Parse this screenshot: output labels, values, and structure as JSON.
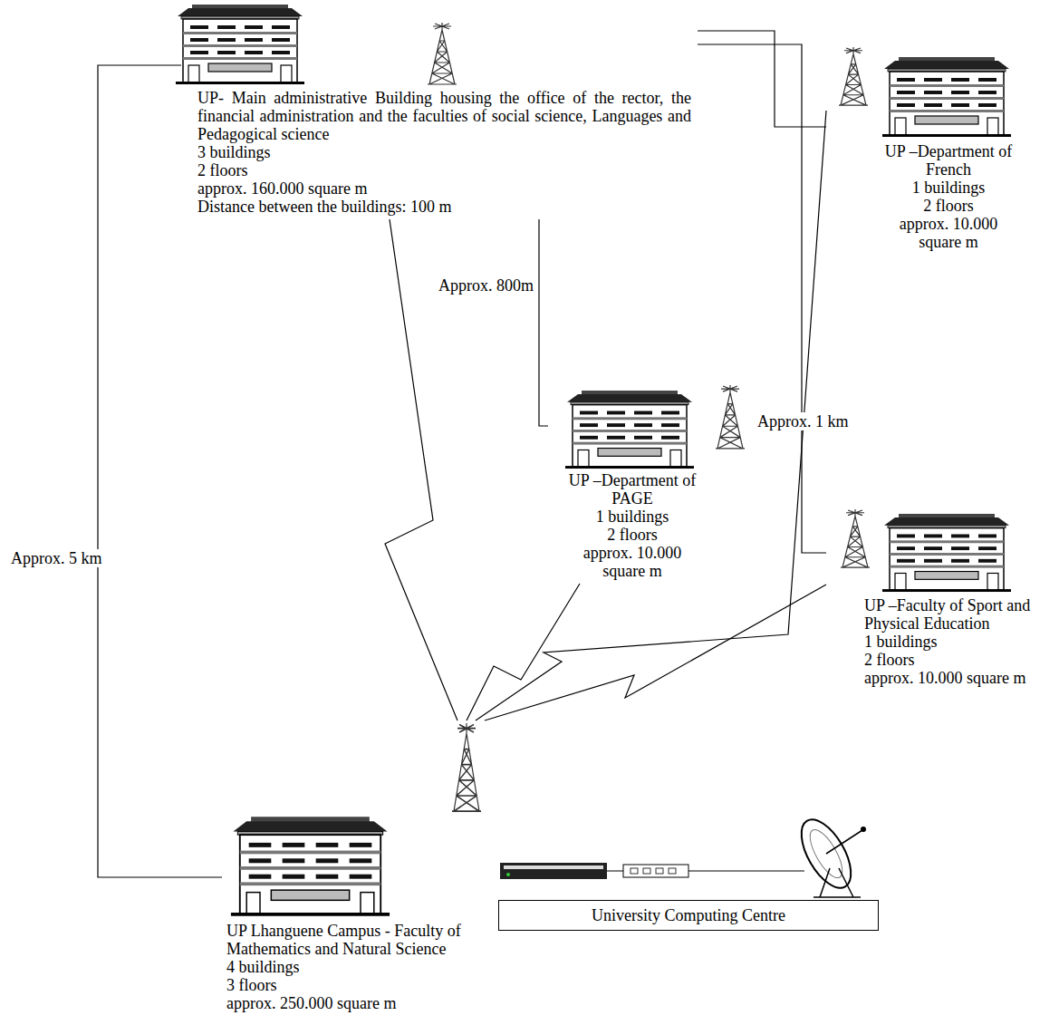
{
  "diagram": {
    "nodes": [
      {
        "text": [
          "UP- Main administrative Building housing the office of the rector, the financial administration and the faculties of social science, Languages and Pedagogical science",
          "3 buildings",
          "2 floors",
          "approx. 160.000 square m",
          "Distance between the buildings: 100 m"
        ]
      },
      {
        "text": [
          "UP –Department of French",
          "1 buildings",
          "2 floors",
          "approx. 10.000 square m"
        ]
      },
      {
        "text": [
          "UP –Department of PAGE",
          "1 buildings",
          "2 floors",
          "approx. 10.000 square m"
        ]
      },
      {
        "text": [
          "UP –Faculty of Sport and Physical Education",
          "1 buildings",
          "2 floors",
          "approx. 10.000 square m"
        ]
      },
      {
        "text": [
          "UP Lhanguene Campus - Faculty of Mathematics and Natural Science",
          "4 buildings",
          "3 floors",
          "approx. 250.000 square m"
        ]
      },
      {
        "text": [
          "University Computing Centre"
        ]
      }
    ],
    "edges": [
      {
        "from": 0,
        "to": 1,
        "arrow": "none"
      },
      {
        "from": 0,
        "to": 2,
        "arrow": "none"
      },
      {
        "from": 0,
        "to": 3,
        "arrow": "none"
      },
      {
        "from": 0,
        "to": 4,
        "label": "Approx. 5 km",
        "arrow": "none"
      },
      {
        "from": 4,
        "to": 0,
        "arrow": "none"
      },
      {
        "from": 4,
        "to": 1,
        "arrow": "none"
      },
      {
        "from": 4,
        "to": 2,
        "arrow": "none"
      },
      {
        "from": 4,
        "to": 3,
        "arrow": "none"
      }
    ],
    "labels": [
      "Approx. 800m",
      "Approx. 1 km"
    ]
  }
}
